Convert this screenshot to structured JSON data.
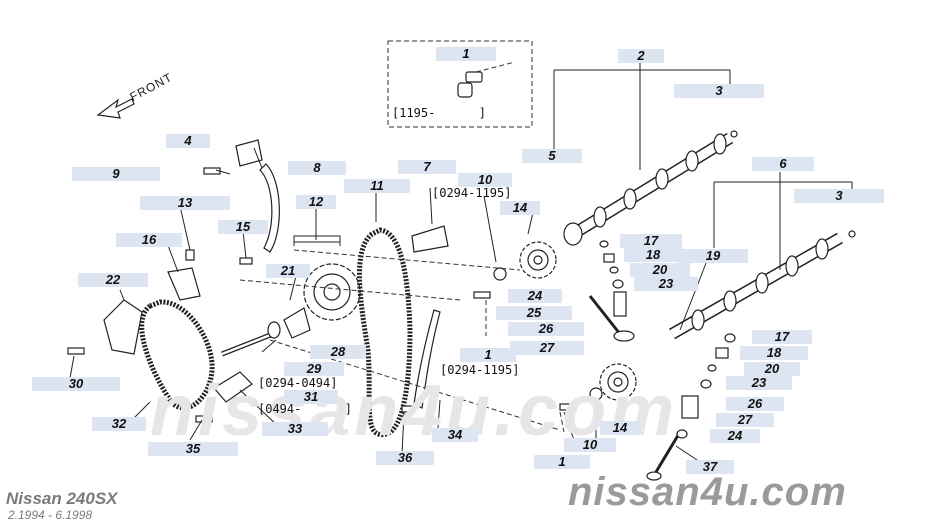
{
  "diagram": {
    "front_label": "FRONT",
    "model": "Nissan 240SX",
    "years": "2.1994 - 6.1998",
    "site": "nissan4u.com",
    "watermark": "nissan4u.com"
  },
  "notes": {
    "n_1195_box": "[1195-      ]",
    "n_0294_1195_top": "[0294-1195]",
    "n_0294_0494": "[0294-0494]",
    "n_0494": "[0494-      ]",
    "n_0294_1195_bottom": "[0294-1195]"
  },
  "callouts": {
    "c1_top": "1",
    "c2": "2",
    "c3_top": "3",
    "c4": "4",
    "c5": "5",
    "c6": "6",
    "c3_mid": "3",
    "c7": "7",
    "c8": "8",
    "c9": "9",
    "c10_top": "10",
    "c11": "11",
    "c12": "12",
    "c13": "13",
    "c14_top": "14",
    "c15": "15",
    "c16": "16",
    "c17_top": "17",
    "c18_top": "18",
    "c19": "19",
    "c20_top": "20",
    "c21": "21",
    "c22": "22",
    "c23_top": "23",
    "c24_top": "24",
    "c25": "25",
    "c26_top": "26",
    "c27_top": "27",
    "c28": "28",
    "c1_mid": "1",
    "c29": "29",
    "c31": "31",
    "c17_bot": "17",
    "c18_bot": "18",
    "c20_bot": "20",
    "c23_bot": "23",
    "c26_bot": "26",
    "c27_bot": "27",
    "c24_bot": "24",
    "c30": "30",
    "c32": "32",
    "c33": "33",
    "c34": "34",
    "c35": "35",
    "c36": "36",
    "c10_bot": "10",
    "c14_bot": "14",
    "c1_bot": "1",
    "c37": "37"
  },
  "colors": {
    "label_bg": "#dde4f2",
    "line": "#222222",
    "site_text": "#9a9a9a"
  }
}
